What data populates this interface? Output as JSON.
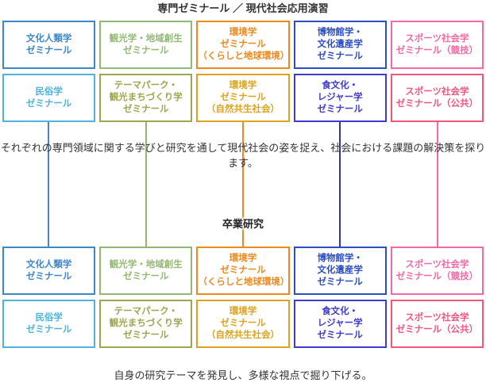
{
  "header": {
    "title": "専門ゼミナール ／ 現代社会応用演習"
  },
  "description": "それぞれの専門領域に関する学びと研究を通して現代社会の姿を捉え、社会における課題の解決策を探ります。",
  "graduation_label": "卒業研究",
  "footer_note": "自身の研究テーマを発見し、多様な視点で掘り下げる。",
  "columns": [
    {
      "line_color": "#4a86c6",
      "top": {
        "label": "文化人類学\nゼミナール",
        "color": "#3d87c5"
      },
      "bottom": {
        "label": "民俗学\nゼミナール",
        "color": "#4fb3dc"
      }
    },
    {
      "line_color": "#93b873",
      "top": {
        "label": "観光学・地域創生\nゼミナール",
        "color": "#93b873"
      },
      "bottom": {
        "label": "テーマパーク・\n観光まちづくり学\nゼミナール",
        "color": "#9ea54c"
      }
    },
    {
      "line_color": "#ec8a1e",
      "top": {
        "label": "環境学\nゼミナール\n（くらしと地球環境）",
        "color": "#ec8a1e"
      },
      "bottom": {
        "label": "環境学\nゼミナール\n（自然共生社会）",
        "color": "#dda31e"
      }
    },
    {
      "line_color": "#2b3a9e",
      "top": {
        "label": "博物館学・\n文化遺産学\nゼミナール",
        "color": "#2c4ec0"
      },
      "bottom": {
        "label": "食文化・\nレジャー学\nゼミナール",
        "color": "#3f3bcd"
      }
    },
    {
      "line_color": "#f06aa7",
      "top": {
        "label": "スポーツ社会学\nゼミナール（競技）",
        "color": "#f06aa7"
      },
      "bottom": {
        "label": "スポーツ社会学\nゼミナール（公共）",
        "color": "#ef577e"
      }
    }
  ]
}
